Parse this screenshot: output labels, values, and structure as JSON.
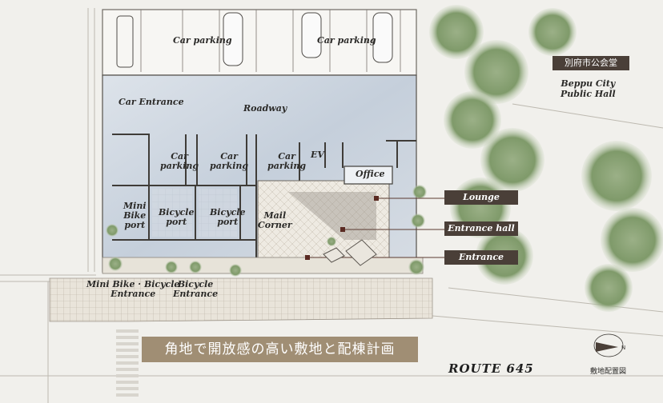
{
  "labels": {
    "car_parking_1": "Car parking",
    "car_parking_2": "Car parking",
    "car_entrance": "Car Entrance",
    "roadway": "Roadway",
    "car_parking_a_1": "Car",
    "car_parking_a_2": "parking",
    "car_parking_b_1": "Car",
    "car_parking_b_2": "parking",
    "car_parking_c_1": "Car",
    "car_parking_c_2": "parking",
    "ev": "EV",
    "office": "Office",
    "mini_bike_port_1": "Mini",
    "mini_bike_port_2": "Bike",
    "mini_bike_port_3": "port",
    "bicycle_port_a_1": "Bicycle",
    "bicycle_port_a_2": "port",
    "bicycle_port_b_1": "Bicycle",
    "bicycle_port_b_2": "port",
    "mail_corner_1": "Mail",
    "mail_corner_2": "Corner",
    "minibike_bicycle_entrance_1": "Mini Bike · Bicycle",
    "minibike_bicycle_entrance_2": "Entrance",
    "bicycle_entrance_1": "Bicycle",
    "bicycle_entrance_2": "Entrance"
  },
  "callouts": {
    "lounge": "Lounge",
    "entrance_hall": "Entrance hall",
    "entrance": "Entrance"
  },
  "public_hall": {
    "tag_jp": "別府市公会堂",
    "en_line1": "Beppu City",
    "en_line2": "Public Hall"
  },
  "banner": "角地で開放感の高い敷地と配棟計画",
  "road": "ROUTE 645",
  "plan_caption": "敷地配置図",
  "colors": {
    "tag_bg": "#4a3f38",
    "banner_bg": "#a08e74",
    "building_fill": "#c8d2df",
    "tree_green": "#7f9a6a"
  }
}
